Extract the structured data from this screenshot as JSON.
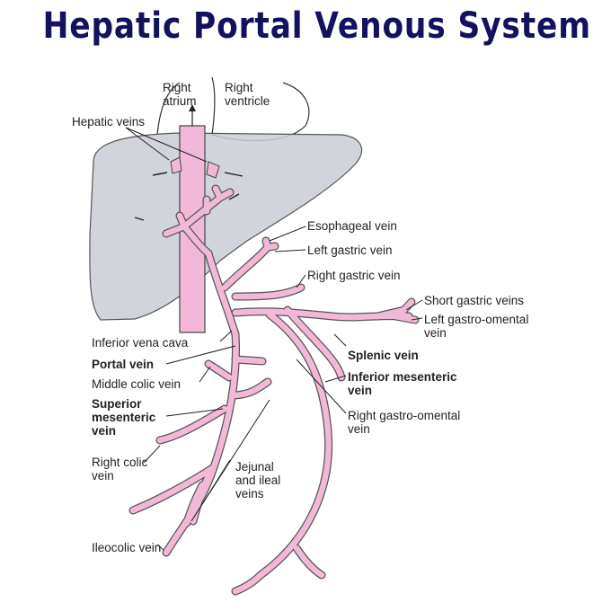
{
  "title": "Hepatic Portal Venous System",
  "labels": {
    "right_atrium": [
      "Right",
      "atrium"
    ],
    "right_ventricle": [
      "Right",
      "ventricle"
    ],
    "hepatic_veins": "Hepatic veins",
    "esophageal_vein": "Esophageal vein",
    "left_gastric_vein": "Left gastric vein",
    "right_gastric_vein": "Right gastric vein",
    "short_gastric_veins": "Short gastric veins",
    "left_gastro_omental_vein": [
      "Left gastro-omental",
      "vein"
    ],
    "inferior_vena_cava": "Inferior vena cava",
    "portal_vein": "Portal vein",
    "splenic_vein": "Splenic vein",
    "middle_colic_vein": "Middle colic vein",
    "inferior_mesenteric_vein": [
      "Inferior mesenteric",
      "vein"
    ],
    "superior_mesenteric_vein": [
      "Superior",
      "mesenteric",
      "vein"
    ],
    "right_gastro_omental_vein": [
      "Right gastro-omental",
      "vein"
    ],
    "right_colic_vein": [
      "Right colic",
      "vein"
    ],
    "jejunal_ileal_veins": [
      "Jejunal",
      "and ileal",
      "veins"
    ],
    "ileocolic_vein": "Ileocolic vein"
  },
  "colors": {
    "title": "#12125e",
    "vein": "#f2b8d8",
    "liver": "#c9ccd3"
  }
}
